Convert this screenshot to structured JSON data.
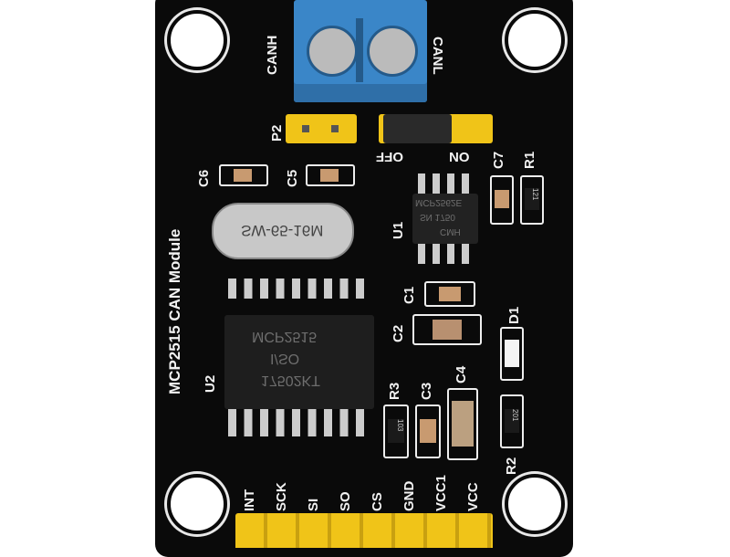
{
  "terminal": {
    "left": "CANH",
    "right": "CANL"
  },
  "jumpers": {
    "p2": "P2",
    "off": "OFF",
    "on": "ON"
  },
  "title": "MCP2515 CAN Module",
  "crystal": "SW-65-16M",
  "u1": {
    "ref": "U1",
    "marking1": "MCP2562E",
    "marking2": "SN 1750",
    "marking3": "CMH"
  },
  "u2": {
    "ref": "U2",
    "marking1": "MCP2515",
    "marking2": "I/SO",
    "marking3": "17502KT"
  },
  "components": {
    "c1": "C1",
    "c2": "C2",
    "c3": "C3",
    "c4": "C4",
    "c5": "C5",
    "c6": "C6",
    "c7": "C7",
    "r1": "R1",
    "r2": "R2",
    "r3": "R3",
    "d1": "D1",
    "r1_code": "121",
    "r2_code": "201",
    "r3_code": "103"
  },
  "pins": [
    "INT",
    "SCK",
    "SI",
    "SO",
    "CS",
    "GND",
    "VCC1",
    "VCC"
  ],
  "colors": {
    "board": "#0a0a0a",
    "terminal": "#3a86c8",
    "header": "#f0c418"
  }
}
